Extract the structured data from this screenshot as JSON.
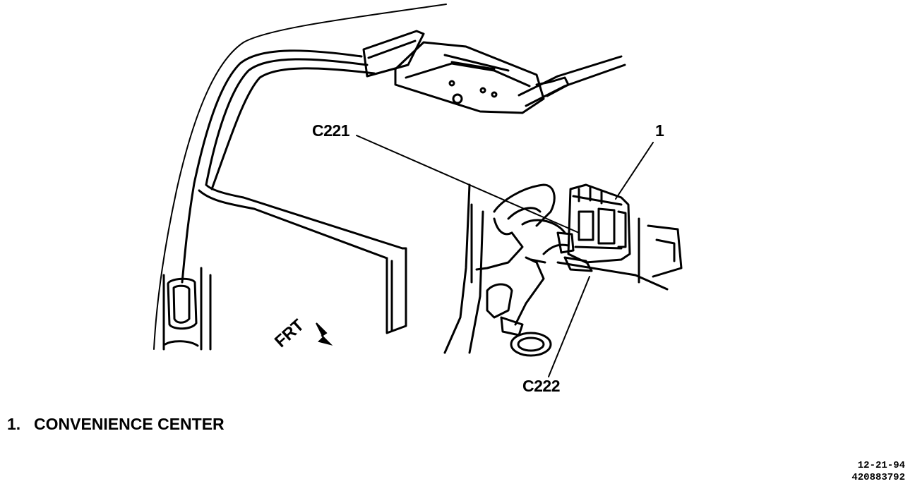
{
  "callouts": {
    "c221": "C221",
    "item_1": "1",
    "c222": "C222",
    "front": "FRT"
  },
  "legend": {
    "items": [
      {
        "number": "1.",
        "label": "CONVENIENCE CENTER"
      }
    ]
  },
  "stamp": {
    "date": "12-21-94",
    "code": "420883792"
  },
  "colors": {
    "ink": "#000000",
    "paper": "#ffffff"
  }
}
